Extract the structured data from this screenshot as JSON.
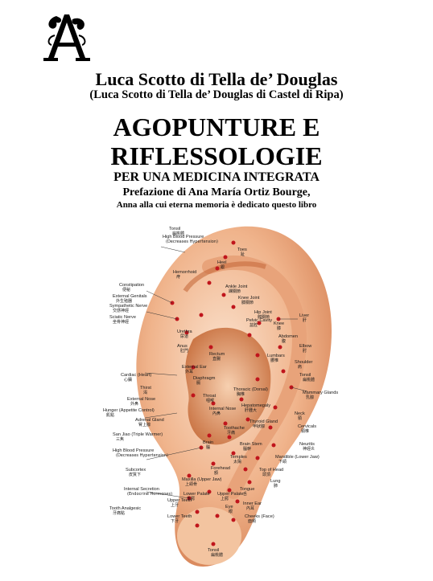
{
  "header": {
    "author": "Luca Scotto di Tella de’ Douglas",
    "author_full": "(Luca Scotto di Tella de’ Douglas di Castel di Ripa)"
  },
  "title": {
    "line1": "AGOPUNTURE E",
    "line2": "RIFLESSOLOGIE"
  },
  "subtitle": "PER UNA MEDICINA INTEGRATA",
  "preface": "Prefazione di Ana María Ortiz Bourge,",
  "dedication": "Anna alla cui eterna memoria è dedicato questo libro",
  "logo": {
    "initial": "A"
  },
  "illustration": {
    "labels": [
      {
        "en": "Tonsil",
        "cn": "扁桃體"
      },
      {
        "en": "High Blood Pressure",
        "cn": "(Decreases Hypertension)"
      },
      {
        "en": "Toes",
        "cn": "趾"
      },
      {
        "en": "Heel",
        "cn": "跟"
      },
      {
        "en": "Hemorrhoid",
        "cn": "痔"
      },
      {
        "en": "Ankle Joint",
        "cn": "踝關節"
      },
      {
        "en": "Constipation",
        "cn": "便秘"
      },
      {
        "en": "External Genitals",
        "cn": "外生殖器"
      },
      {
        "en": "Knee Joint",
        "cn": "膝關節"
      },
      {
        "en": "Sympathetic Nerve",
        "cn": "交感神經"
      },
      {
        "en": "Hip Joint",
        "cn": "髖關節"
      },
      {
        "en": "Sciatic Nerve",
        "cn": "坐骨神經"
      },
      {
        "en": "Pelvic Cavity",
        "cn": "盆腔"
      },
      {
        "en": "Knee",
        "cn": "膝"
      },
      {
        "en": "Liver",
        "cn": "肝"
      },
      {
        "en": "Urethra",
        "cn": "尿道"
      },
      {
        "en": "Abdomen",
        "cn": "腹"
      },
      {
        "en": "Anus",
        "cn": "肛門"
      },
      {
        "en": "Elbow",
        "cn": "肘"
      },
      {
        "en": "Rectum",
        "cn": "直腸"
      },
      {
        "en": "Lumbars",
        "cn": "腰椎"
      },
      {
        "en": "External Ear",
        "cn": "外耳"
      },
      {
        "en": "Shoulder",
        "cn": "肩"
      },
      {
        "en": "Cardiac (Heart)",
        "cn": "心臟"
      },
      {
        "en": "Diaphragm",
        "cn": "膈"
      },
      {
        "en": "Tonsil",
        "cn": "扁桃體"
      },
      {
        "en": "Thirst",
        "cn": "渴"
      },
      {
        "en": "Thoracic (Dorsal)",
        "cn": "胸椎"
      },
      {
        "en": "Mammary Glands",
        "cn": "乳腺"
      },
      {
        "en": "Throat",
        "cn": "咽喉"
      },
      {
        "en": "External Nose",
        "cn": "外鼻"
      },
      {
        "en": "Internal Nose",
        "cn": "內鼻"
      },
      {
        "en": "Hepatomegaly",
        "cn": "肝腫大"
      },
      {
        "en": "Hunger (Appetite Control)",
        "cn": "飢點"
      },
      {
        "en": "Adrenal Gland",
        "cn": "腎上腺"
      },
      {
        "en": "Neck",
        "cn": "頸"
      },
      {
        "en": "Toothache",
        "cn": "牙痛"
      },
      {
        "en": "Thyroid Gland",
        "cn": "甲狀腺"
      },
      {
        "en": "Cervicals",
        "cn": "頸椎"
      },
      {
        "en": "San Jiao (Triple Warmer)",
        "cn": "三焦"
      },
      {
        "en": "Brain",
        "cn": "腦"
      },
      {
        "en": "Brain Stem",
        "cn": "腦幹"
      },
      {
        "en": "Neuritis",
        "cn": "神經炎"
      },
      {
        "en": "High Blood Pressure",
        "cn": "(Decreases Hypertension)"
      },
      {
        "en": "Temples",
        "cn": "太陽"
      },
      {
        "en": "Mandible (Lower Jaw)",
        "cn": "下頜"
      },
      {
        "en": "Subcortex",
        "cn": "皮質下"
      },
      {
        "en": "Forehead",
        "cn": "額"
      },
      {
        "en": "Top of Head",
        "cn": "頭頂"
      },
      {
        "en": "Maxilla (Upper Jaw)",
        "cn": "上頜骨"
      },
      {
        "en": "Lung",
        "cn": "肺"
      },
      {
        "en": "Internal Secretion",
        "cn": "(Endocrine Hormones)"
      },
      {
        "en": "Tongue",
        "cn": "舌"
      },
      {
        "en": "Lower Palate",
        "cn": "下腭"
      },
      {
        "en": "Upper Palate",
        "cn": "上腭"
      },
      {
        "en": "Inner Ear",
        "cn": "內耳"
      },
      {
        "en": "Tooth Analgesic",
        "cn": "牙痛點"
      },
      {
        "en": "Upper Teeth",
        "cn": "上牙"
      },
      {
        "en": "Lower Teeth",
        "cn": "下牙"
      },
      {
        "en": "Eye",
        "cn": "眼"
      },
      {
        "en": "Cheeks (Face)",
        "cn": "面頰"
      },
      {
        "en": "Tonsil",
        "cn": "扁桃體"
      }
    ]
  }
}
